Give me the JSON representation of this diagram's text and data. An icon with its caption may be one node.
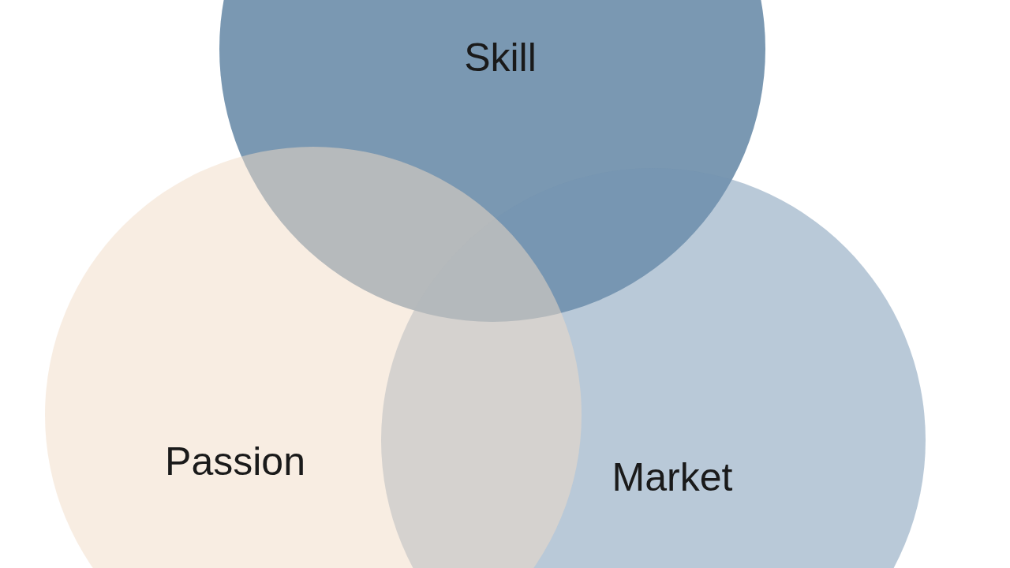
{
  "diagram": {
    "nodes": [
      {
        "text": [
          "Skill"
        ]
      },
      {
        "text": [
          "Market"
        ]
      },
      {
        "text": [
          "Passion"
        ]
      }
    ],
    "edges": []
  }
}
